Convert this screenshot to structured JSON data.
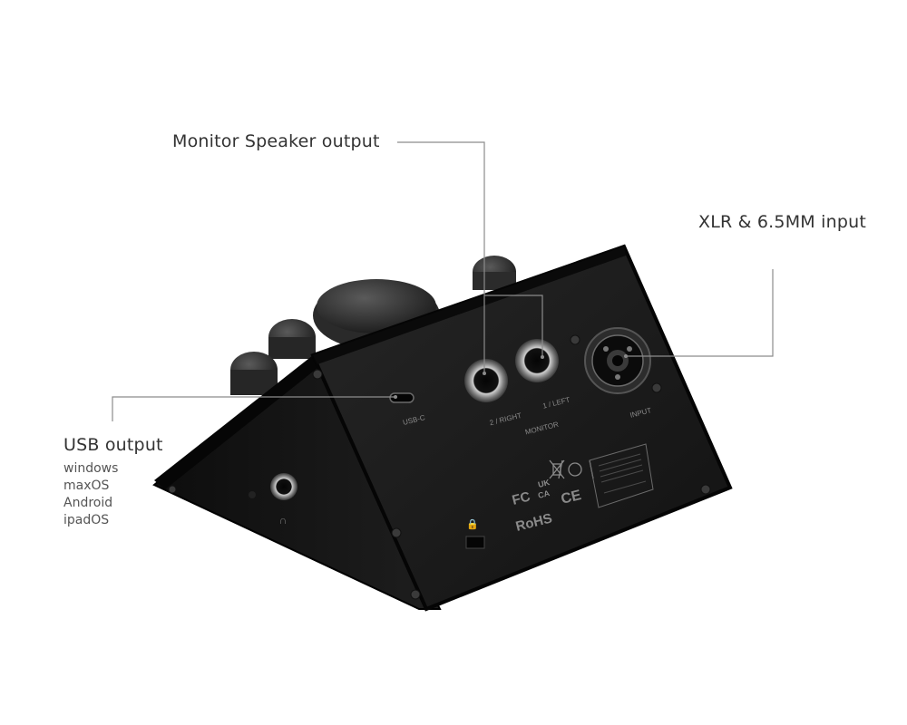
{
  "callouts": {
    "monitor": "Monitor Speaker output",
    "xlr": "XLR & 6.5MM input",
    "usb": "USB output"
  },
  "os_list": [
    "windows",
    "maxOS",
    "Android",
    "ipadOS"
  ],
  "device_labels": {
    "usb_c": "USB-C",
    "right": "2 / RIGHT",
    "left": "1 / LEFT",
    "monitor": "MONITOR",
    "input": "INPUT",
    "fc": "FC",
    "uk": "UK",
    "ca": "CA",
    "ce": "CE",
    "rohs": "RoHS"
  },
  "colors": {
    "device_body": "#1a1a1a",
    "device_edge": "#050505",
    "leader_line": "#8c8c8c",
    "callout_text": "#333333"
  }
}
